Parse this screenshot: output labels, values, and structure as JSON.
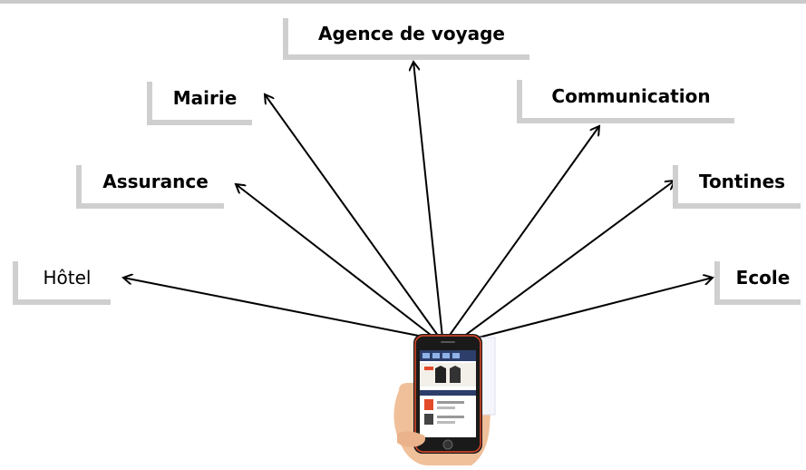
{
  "labels": {
    "agence": "Agence de voyage",
    "mairie": "Mairie",
    "communication": "Communication",
    "assurance": "Assurance",
    "tontines": "Tontines",
    "hotel": "Hôtel",
    "ecole": "Ecole"
  },
  "colors": {
    "arrow": "#000000",
    "shadow": "#cfcfcf",
    "phone_body": "#1a1a1a",
    "phone_accent": "#e34a2a",
    "hand": "#f0c09a"
  }
}
